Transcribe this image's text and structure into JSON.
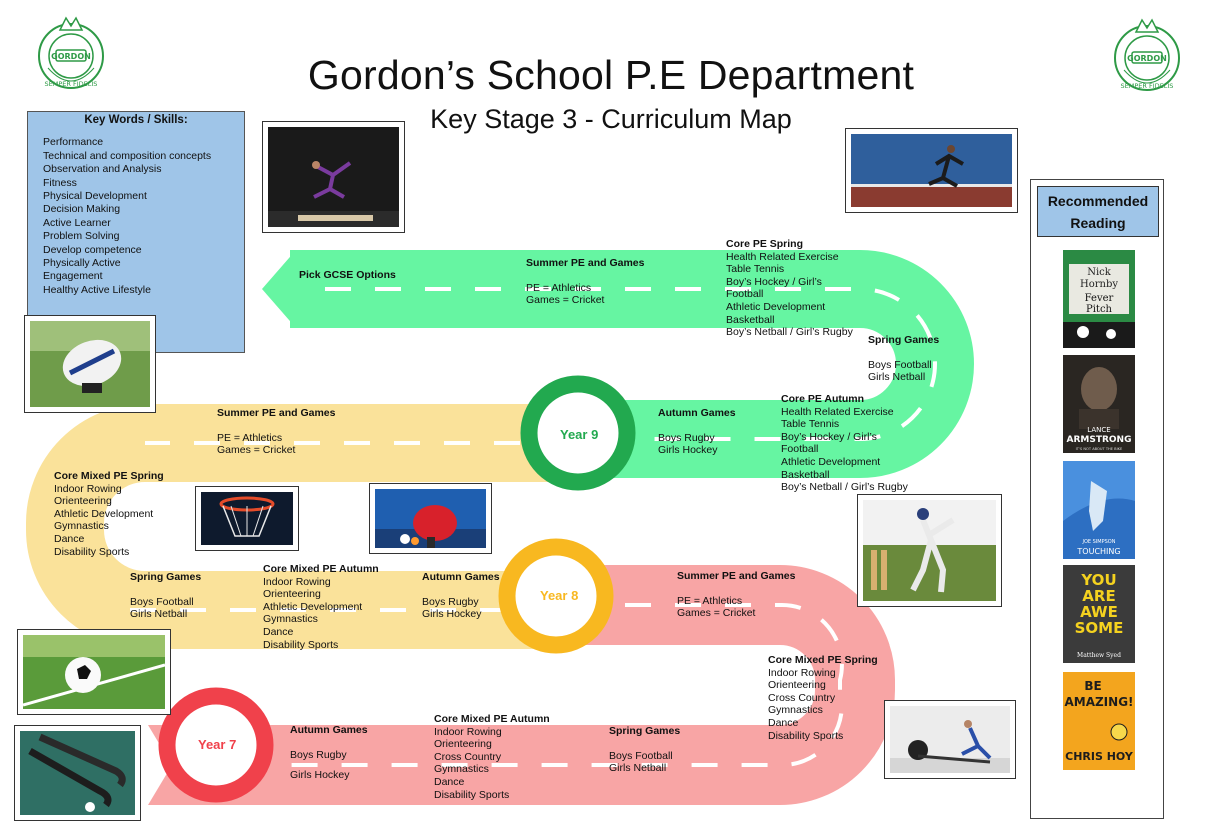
{
  "header": {
    "title": "Gordon’s School P.E Department",
    "subtitle": "Key Stage 3 - Curriculum Map"
  },
  "logo": {
    "text_top": "GORDON",
    "text_bottom": "SEMPER FIDELIS",
    "color": "#2e9a46"
  },
  "keywords": {
    "heading": "Key Words / Skills:",
    "items": [
      "Performance",
      "Technical and composition concepts",
      "Observation and Analysis",
      "Fitness",
      "Physical Development",
      "Decision Making",
      "Active Learner",
      "Problem Solving",
      "Develop competence",
      "Physically Active",
      "Engagement",
      "Healthy Active Lifestyle"
    ]
  },
  "reading": {
    "title": "Recommended Reading",
    "books": [
      {
        "icon": "fever-pitch-cover",
        "lines": [
          "Nick",
          "Hornby",
          "Fever",
          "Pitch"
        ]
      },
      {
        "icon": "lance-armstrong-cover",
        "lines": [
          "LANCE",
          "ARMSTRONG",
          "IT'S NOT ABOUT THE BIKE"
        ]
      },
      {
        "icon": "touching-cover",
        "lines": [
          "JOE SIMPSON",
          "TOUCHING"
        ]
      },
      {
        "icon": "you-are-awesome-cover",
        "lines": [
          "YOU",
          "ARE",
          "AWE",
          "SOME",
          "Matthew Syed"
        ]
      },
      {
        "icon": "be-amazing-cover",
        "lines": [
          "BE",
          "AMAZING!",
          "CHRIS HOY"
        ]
      }
    ]
  },
  "colors": {
    "green_road": "#66f5a2",
    "yellow_road": "#fae29a",
    "red_road": "#f8a5a5",
    "year9": "#22a94f",
    "year8": "#f8b820",
    "year7": "#f0414b",
    "panel_blue": "#9fc5e8"
  },
  "years": {
    "y9": "Year 9",
    "y8": "Year 8",
    "y7": "Year 7"
  },
  "year7": {
    "autumn_games": {
      "head": "Autumn Games",
      "l1": "Boys Rugby",
      "l2": "Girls Hockey"
    },
    "core_autumn": {
      "head": "Core Mixed PE Autumn",
      "items": [
        "Indoor Rowing",
        "Orienteering",
        "Cross Country",
        "Gymnastics",
        "Dance",
        "Disability Sports"
      ]
    },
    "spring_games": {
      "head": "Spring Games",
      "l1": "Boys Football",
      "l2": "Girls Netball"
    },
    "core_spring": {
      "head": "Core Mixed PE Spring",
      "items": [
        "Indoor Rowing",
        "Orienteering",
        "Cross Country",
        "Gymnastics",
        "Dance",
        "Disability Sports"
      ]
    },
    "summer": {
      "head": "Summer PE and Games",
      "l1": "PE = Athletics",
      "l2": "Games = Cricket"
    }
  },
  "year8": {
    "autumn_games": {
      "head": "Autumn Games",
      "l1": "Boys Rugby",
      "l2": "Girls Hockey"
    },
    "core_autumn": {
      "head": "Core Mixed PE Autumn",
      "items": [
        "Indoor Rowing",
        "Orienteering",
        "Athletic Development",
        "Gymnastics",
        "Dance",
        "Disability Sports"
      ]
    },
    "spring_games": {
      "head": "Spring Games",
      "l1": "Boys Football",
      "l2": "Girls Netball"
    },
    "core_spring": {
      "head": "Core Mixed PE Spring",
      "items": [
        "Indoor Rowing",
        "Orienteering",
        "Athletic Development",
        "Gymnastics",
        "Dance",
        "Disability Sports"
      ]
    },
    "summer": {
      "head": "Summer PE and Games",
      "l1": "PE = Athletics",
      "l2": "Games = Cricket"
    }
  },
  "year9": {
    "autumn_games": {
      "head": "Autumn Games",
      "l1": "Boys Rugby",
      "l2": "Girls Hockey"
    },
    "core_autumn": {
      "head": "Core PE Autumn",
      "items": [
        "Health Related Exercise",
        "Table Tennis",
        "Boy’s Hockey / Girl’s",
        "Football",
        "Athletic Development",
        "Basketball",
        "Boy’s Netball / Girl’s Rugby"
      ]
    },
    "spring_games": {
      "head": "Spring Games",
      "l1": "Boys Football",
      "l2": "Girls Netball"
    },
    "core_spring": {
      "head": "Core PE Spring",
      "items": [
        "Health Related Exercise",
        "Table Tennis",
        "Boy’s Hockey / Girl’s",
        "Football",
        "Athletic Development",
        "Basketball",
        "Boy’s Netball / Girl’s Rugby"
      ]
    },
    "summer": {
      "head": "Summer PE and Games",
      "l1": "PE = Athletics",
      "l2": "Games = Cricket"
    },
    "end": "Pick GCSE Options"
  },
  "photos": [
    "gymnast-photo",
    "sprinter-photo",
    "rugby-ball-photo",
    "basketball-hoop-photo",
    "table-tennis-photo",
    "cricket-batter-photo",
    "football-photo",
    "hockey-sticks-photo",
    "rowing-machine-photo"
  ]
}
